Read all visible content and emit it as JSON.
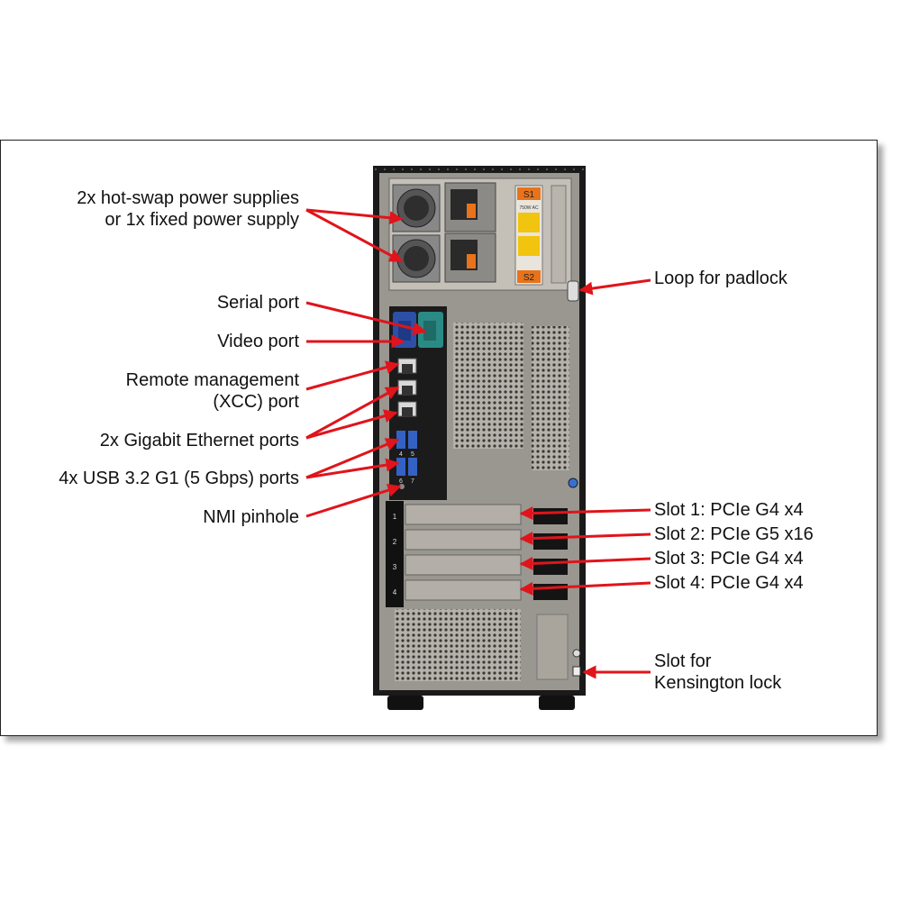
{
  "labels": {
    "power_supplies": [
      "2x hot-swap power supplies",
      "or 1x fixed power supply"
    ],
    "serial_port": "Serial port",
    "video_port": "Video port",
    "remote_mgmt": [
      "Remote management",
      "(XCC) port"
    ],
    "ethernet": "2x Gigabit Ethernet ports",
    "usb": "4x USB 3.2 G1 (5 Gbps) ports",
    "nmi": "NMI pinhole",
    "padlock": "Loop for padlock",
    "slot1": "Slot 1: PCIe G4 x4",
    "slot2": "Slot 2: PCIe G5 x16",
    "slot3": "Slot 3: PCIe G4 x4",
    "slot4": "Slot 4: PCIe G4 x4",
    "kensington": [
      "Slot for",
      "Kensington lock"
    ]
  },
  "psu_labels": {
    "top": "S1",
    "bottom": "S2",
    "rating": "750W AC"
  },
  "usb_numbers": [
    "4",
    "5",
    "6",
    "7"
  ],
  "slot_numbers": [
    "1",
    "2",
    "3",
    "4"
  ],
  "colors": {
    "arrow": "#e0141b",
    "chassis": "#9a9690",
    "bezel": "#1a1a1a",
    "serial": "#2a8a86",
    "video": "#2d4fa8",
    "warning": "#f1c40f",
    "psu_tab": "#e8731a"
  }
}
